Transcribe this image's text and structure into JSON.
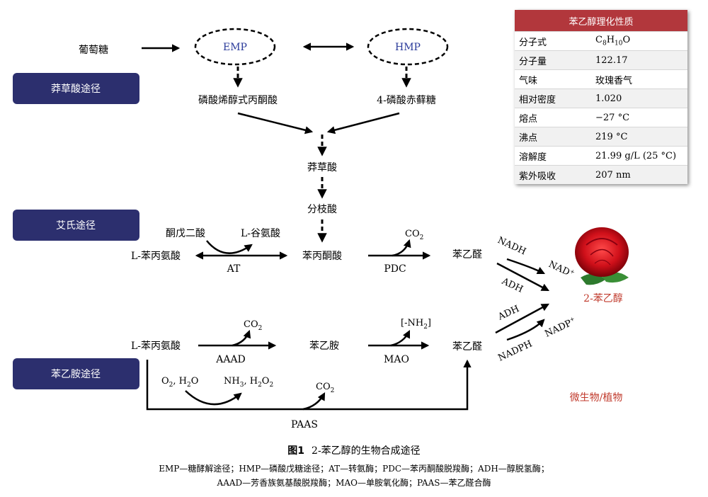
{
  "pathways": {
    "shikimate": "莽草酸途径",
    "ehrlich": "艾氏途径",
    "phenylethylamine": "苯乙胺途径"
  },
  "nodes": {
    "glucose": "葡萄糖",
    "emp": "EMP",
    "hmp": "HMP",
    "pep": "磷酸烯醇式丙酮酸",
    "e4p": "4-磷酸赤藓糖",
    "shikimic_acid": "莽草酸",
    "chorismic_acid": "分枝酸",
    "ketoglutarate": "酮戊二酸",
    "glutamate": "L-谷氨酸",
    "phe_1": "L-苯丙氨酸",
    "phenylpyruvate": "苯丙酮酸",
    "phenylacetaldehyde_1": "苯乙醛",
    "product": "2-苯乙醇",
    "phe_2": "L-苯丙氨酸",
    "phenylethylamine": "苯乙胺",
    "phenylacetaldehyde_2": "苯乙醛",
    "source": "微生物/植物"
  },
  "cofactors": {
    "co2_pdc": "CO",
    "co2_aaad": "CO",
    "co2_paas": "CO",
    "sub2": "2",
    "nh2_open": "[-NH",
    "nh2_close": "]",
    "o2": "O",
    "comma_h": ", H",
    "o_end": "O",
    "nh": "NH",
    "sub3": "3",
    "h2o2_mid": ", H",
    "h2o2_o": "O",
    "nadh": "NADH",
    "nad_plus": "NAD",
    "plus": "+",
    "nadph": "NADPH",
    "nadp_plus": "NADP"
  },
  "enzymes": {
    "at": "AT",
    "pdc": "PDC",
    "adh_1": "ADH",
    "adh_2": "ADH",
    "aaad": "AAAD",
    "mao": "MAO",
    "paas": "PAAS"
  },
  "properties": {
    "title": "苯乙醇理化性质",
    "rows": [
      {
        "key": "分子式",
        "value": "C8H10O"
      },
      {
        "key": "分子量",
        "value": "122.17"
      },
      {
        "key": "气味",
        "value": "玫瑰香气"
      },
      {
        "key": "相对密度",
        "value": "1.020"
      },
      {
        "key": "熔点",
        "value": "−27 °C"
      },
      {
        "key": "沸点",
        "value": "219 °C"
      },
      {
        "key": "溶解度",
        "value": "21.99 g/L (25 °C)"
      },
      {
        "key": "紫外吸收",
        "value": "207 nm"
      }
    ],
    "formula_parts": {
      "c": "C",
      "c_sub": "8",
      "h": "H",
      "h_sub": "10",
      "o": "O"
    }
  },
  "caption": {
    "label": "图1",
    "title": "2-苯乙醇的生物合成途径",
    "note_line1": "EMP—糖酵解途径；HMP—磷酸戊糖途径；AT—转氨酶；PDC—苯丙酮酸脱羧酶；ADH—醇脱氢酶；",
    "note_line2": "AAAD—芳香族氨基酸脱羧酶；MAO—单胺氧化酶；PAAS—苯乙醛合酶"
  },
  "colors": {
    "pill": "#2c2f6e",
    "table_header": "#b2373c",
    "ellipse_text": "#2a3a9a",
    "product_text": "#c0392b"
  }
}
